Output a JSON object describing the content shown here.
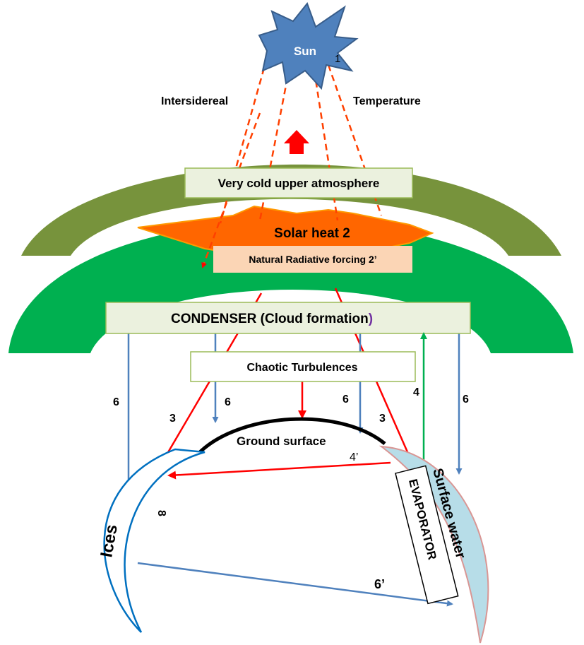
{
  "labels": {
    "sun": "Sun",
    "sun_number": "1",
    "intersidereal": "Intersidereal",
    "temperature": "Temperature",
    "upper_atmosphere": "Very cold upper atmosphere",
    "solar_heat": "Solar heat 2",
    "radiative_forcing": "Natural Radiative forcing 2’",
    "condenser": "CONDENSER  (Cloud formation",
    "condenser_paren": ")",
    "turbulences": "Chaotic Turbulences",
    "ground_surface": "Ground surface",
    "ices": "Ices",
    "surface_water": "Surface water",
    "evaporator": "EVAPORATOR"
  },
  "arrow_numbers": {
    "six_left": "6",
    "three_left": "3",
    "six_mid_left": "6",
    "six_mid_right": "6",
    "three_right": "3",
    "four": "4",
    "six_right": "6",
    "four_prime": "4’",
    "eight": "8",
    "six_prime": "6’"
  },
  "colors": {
    "sun_fill": "#4f81bd",
    "dashed_ray": "#ff4000",
    "upper_arc": "#77933c",
    "green_arc": "#00b050",
    "solar_star": "#ff6600",
    "forcing_box": "#fbd5b5",
    "label_box_fill": "#ebf1de",
    "label_box_stroke": "#9bbb59",
    "blue_arrow": "#4f81bd",
    "red_arrow": "#ff0000",
    "green_arrow": "#00b050",
    "ices_stroke": "#0070c0",
    "water_fill": "#b7dde8",
    "water_stroke": "#d99694",
    "ground": "#000000",
    "purple_paren": "#7030a0"
  }
}
